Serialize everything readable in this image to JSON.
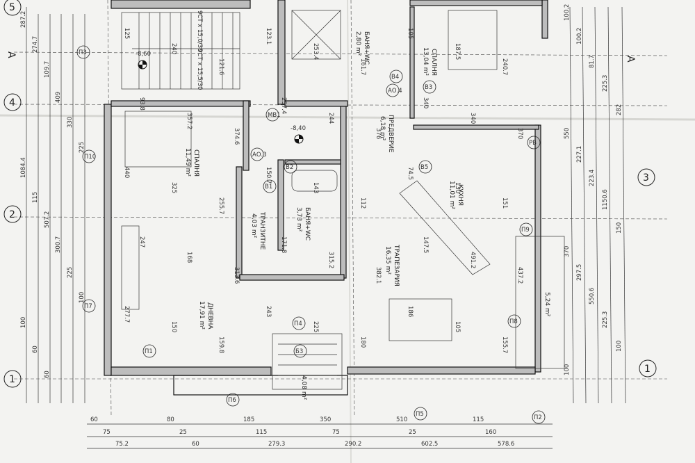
{
  "rooms": [
    {
      "key": "bedroom_left",
      "name": "СПАЛНЯ",
      "area": "11,49 m²"
    },
    {
      "key": "living",
      "name": "ДНЕВНА",
      "area": "17,91 m²"
    },
    {
      "key": "corridor",
      "name": "ТРАНЗИТНЕ",
      "area": "4,03 m²"
    },
    {
      "key": "bath_center",
      "name": "БАНЯ+WC",
      "area": "3,73 m²"
    },
    {
      "key": "dining",
      "name": "ТРАПЕЗАРИЯ",
      "area": "16,35 m²"
    },
    {
      "key": "kitchen",
      "name": "КУХНЯ",
      "area": "11,01 m²"
    },
    {
      "key": "bath_top",
      "name": "БАНЯ+WC",
      "area": "2,80 m²"
    },
    {
      "key": "bedroom_right",
      "name": "СПАЛНЯ",
      "area": "13,04 m²"
    },
    {
      "key": "hall",
      "name": "ПРЕДВЕРИЕ",
      "area": "6,18 m²"
    },
    {
      "key": "terrace_r",
      "name": "",
      "area": "5,24 m²"
    },
    {
      "key": "entry",
      "name": "",
      "area": "4,08 m²"
    }
  ],
  "axes": {
    "rows": [
      "5",
      "4",
      "2",
      "1"
    ],
    "right": [
      "3",
      "1"
    ],
    "section": [
      "A",
      "A"
    ]
  },
  "stair_text": [
    "9СТ x 15,0/30",
    "9СТ x 15,5/30"
  ],
  "levels": [
    "-8,60",
    "-8,40"
  ],
  "left_dims": [
    "287.2",
    "274.7",
    "109.7",
    "409",
    "330",
    "225",
    "1084.4",
    "115",
    "507.2",
    "300.7",
    "225",
    "100",
    "100",
    "60",
    "60"
  ],
  "right_dims": [
    "100.2",
    "100.2",
    "81.7",
    "225.3",
    "282",
    "550",
    "227.1",
    "223.4",
    "1150.6",
    "150",
    "370",
    "297.5",
    "550.6",
    "225.3",
    "100",
    "100"
  ],
  "bottom_dims": [
    "60",
    "80",
    "185",
    "350",
    "510",
    "115",
    "75",
    "25",
    "115",
    "75",
    "25",
    "160",
    "75.2",
    "60",
    "279.3",
    "290.2",
    "602.5",
    "578.6"
  ],
  "inner_dims": [
    "125",
    "240",
    "121.6",
    "123.1",
    "253.4",
    "161.7",
    "105",
    "187.5",
    "240.7",
    "93.8",
    "357.2",
    "374.6",
    "257.4",
    "244",
    "376",
    "340",
    "340",
    "370",
    "440",
    "325",
    "255.7",
    "150.7",
    "143",
    "112",
    "74.5",
    "130",
    "151",
    "247",
    "168",
    "313.6",
    "171.8",
    "315.2",
    "382.1",
    "147.5",
    "491.2",
    "437.2",
    "277.7",
    "150",
    "159.8",
    "243",
    "225",
    "180",
    "186",
    "105",
    "155.7"
  ],
  "labels": [
    "П3",
    "П10",
    "П7",
    "П6",
    "П1",
    "П4",
    "В1",
    "В2",
    "В3",
    "В4",
    "В5",
    "П9",
    "П8",
    "П5",
    "П2",
    "МВ1",
    "АО.3",
    "АО.4",
    "РВ",
    "Б3"
  ]
}
